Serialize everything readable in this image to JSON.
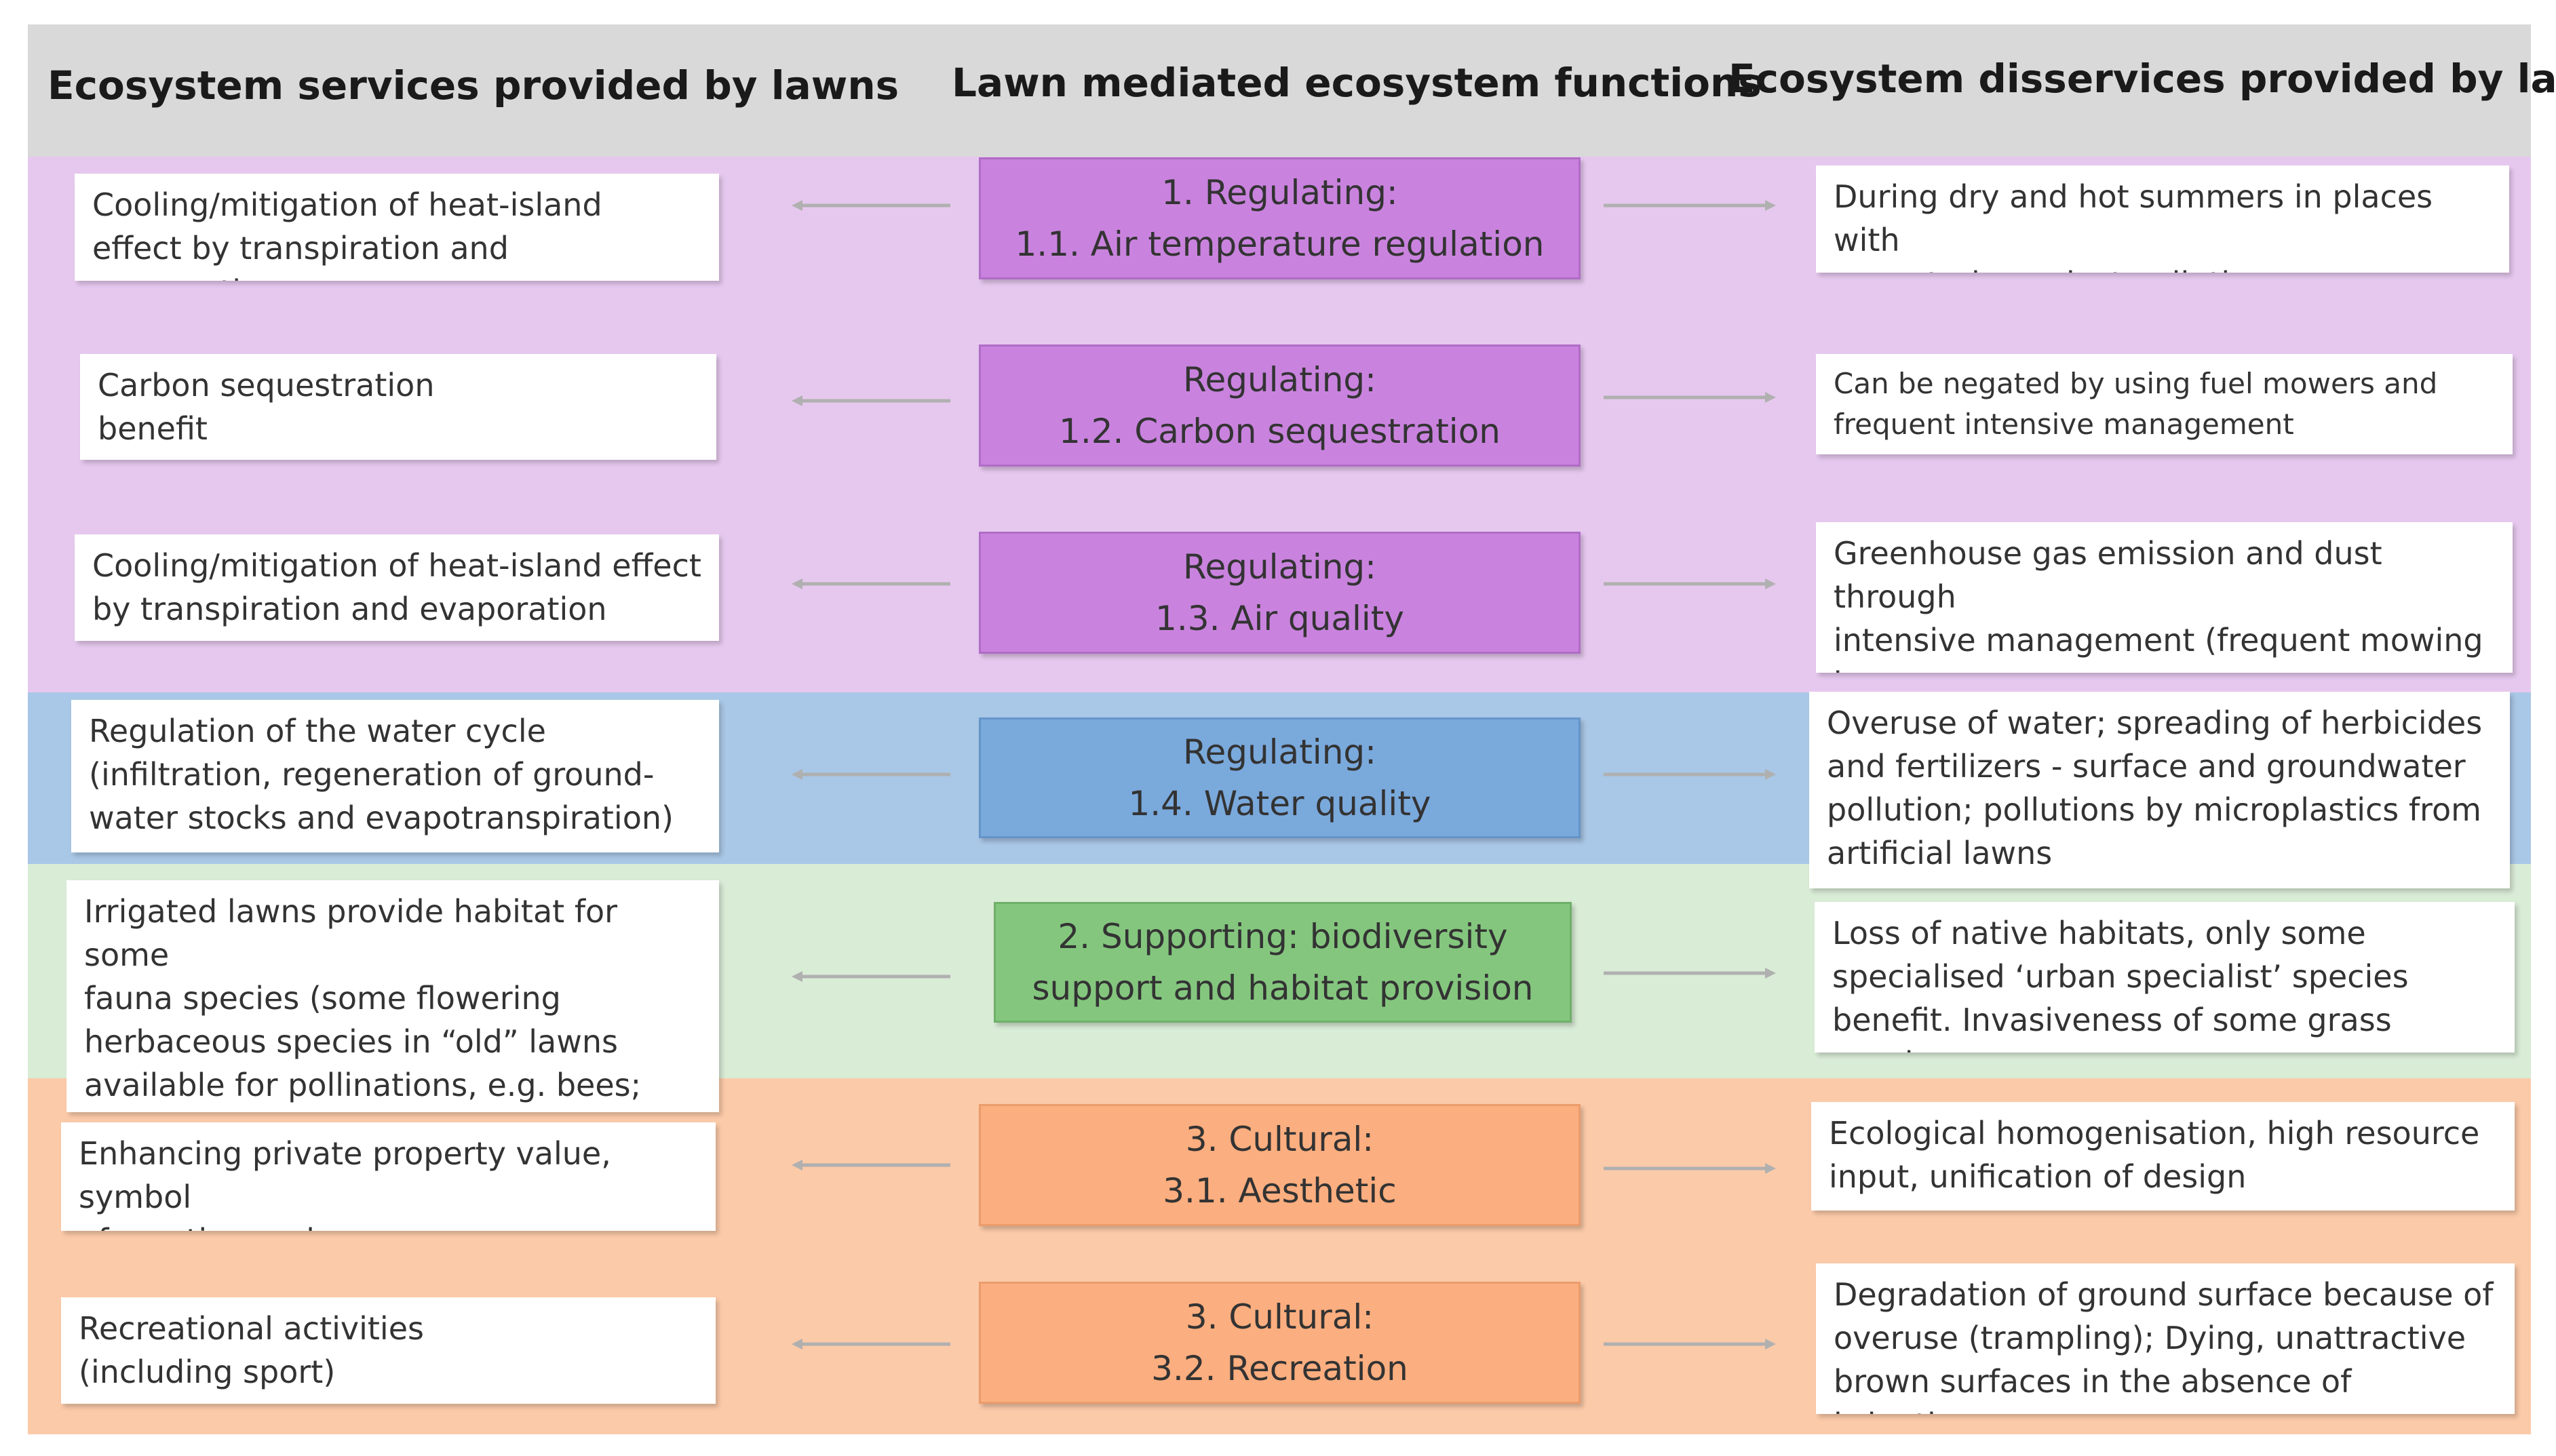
{
  "headers": {
    "services": "Ecosystem services provided by lawns",
    "functions": "Lawn mediated ecosystem functions",
    "disservices": "Ecosystem disservices provided by lawns"
  },
  "rows": [
    {
      "service": "Cooling/mitigation of heat-island\neffect by transpiration and evaporation",
      "function": "1. Regulating:\n1.1. Air temperature regulation",
      "disservice": "During dry and hot summers in places with\nno watering – dust pollution"
    },
    {
      "service": "Carbon sequestration\nbenefit",
      "function": "Regulating:\n1.2. Carbon sequestration",
      "disservice": "Can be negated by using fuel mowers and\nfrequent intensive management"
    },
    {
      "service": "Cooling/mitigation of heat-island effect\nby transpiration and evaporation",
      "function": "Regulating:\n1.3. Air quality",
      "disservice": "Greenhouse gas emission and dust through\nintensive management (frequent mowing by\nfuel operated mowers)"
    },
    {
      "service": "Regulation of the water cycle\n(infiltration, regeneration of ground-\nwater stocks and evapotranspiration)",
      "function": "Regulating:\n1.4. Water quality",
      "disservice": "Overuse of water; spreading of herbicides\nand fertilizers - surface and groundwater\npollution; pollutions by microplastics from\nartificial lawns"
    },
    {
      "service": "Irrigated lawns provide habitat for some\nfauna species (some flowering\nherbaceous species in “old” lawns\navailable for pollinations, e.g. bees;\nforage for some birds and mammals)",
      "function": "2. Supporting: biodiversity\nsupport and habitat provision",
      "disservice": "Loss of native habitats, only some\nspecialised ‘urban specialist’ species\nbenefit. Invasiveness of some grass species"
    },
    {
      "service": "Enhancing private property value, symbol\nof prestige and power",
      "function": "3. Cultural:\n3.1. Aesthetic",
      "disservice": "Ecological homogenisation, high resource\ninput, unification of design"
    },
    {
      "service": "Recreational activities\n(including sport)",
      "function": "3. Cultural:\n3.2. Recreation",
      "disservice": "Degradation of ground surface because of\noveruse (trampling); Dying, unattractive\nbrown surfaces in the absence of irrigation"
    }
  ],
  "colors": {
    "header_band": "#d9d9d9",
    "regulating_band": "#e6c8ee",
    "water_band": "#a9c7e6",
    "supporting_band": "#d9ecd6",
    "cultural_band": "#fbcaa9",
    "regulating_function": "#c983de",
    "water_function": "#7aa9dc",
    "supporting_function": "#84c67e",
    "cultural_function": "#fbae7f",
    "arrow": "#b0b0b0"
  }
}
